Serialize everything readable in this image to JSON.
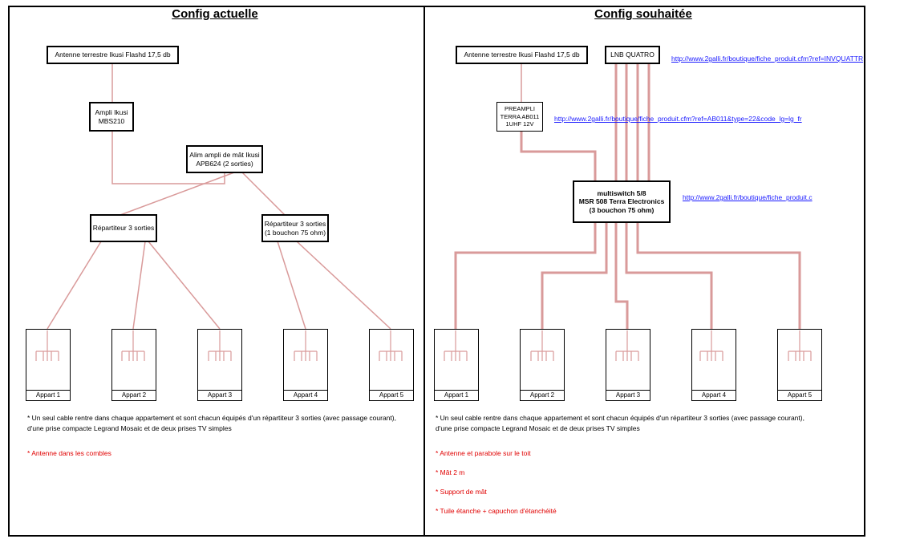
{
  "left": {
    "title": "Config actuelle",
    "antenna": "Antenne terrestre Ikusi Flashd 17,5 db",
    "ampli": [
      "Ampli Ikusi",
      "MBS210"
    ],
    "alim": [
      "Alim ampli de mât Ikusi",
      "APB624  (2 sorties)"
    ],
    "rep1": "Répartiteur 3 sorties",
    "rep2": [
      "Répartiteur 3 sorties",
      "(1 bouchon 75 ohm)"
    ],
    "appts": [
      "Appart 1",
      "Appart 2",
      "Appart 3",
      "Appart 4",
      "Appart 5"
    ],
    "note": [
      "* Un seul cable rentre dans chaque appartement et sont chacun équipés d'un répartiteur 3 sorties (avec passage courant),",
      "d'une prise compacte Legrand Mosaic et de deux prises TV simples"
    ],
    "red_notes": [
      "* Antenne dans les combles"
    ]
  },
  "right": {
    "title": "Config souhaitée",
    "antenna": "Antenne terrestre Ikusi Flashd 17,5 db",
    "lnb": "LNB QUATRO",
    "lnb_link": "http://www.2galli.fr/boutique/fiche_produit.cfm?ref=INVQUATTR",
    "preampli": [
      "PREAMPLI",
      "TERRA AB011",
      "1UHF 12V"
    ],
    "preampli_link": "http://www.2galli.fr/boutique/fiche_produit.cfm?ref=AB011&type=22&code_lg=lg_fr",
    "multiswitch": [
      "multiswitch 5/8",
      "MSR 508   Terra Electronics",
      "(3 bouchon 75 ohm)"
    ],
    "multiswitch_link": "http://www.2galli.fr/boutique/fiche_produit.c",
    "appts": [
      "Appart 1",
      "Appart 2",
      "Appart 3",
      "Appart 4",
      "Appart 5"
    ],
    "note": [
      "* Un seul cable rentre dans chaque appartement et sont chacun équipés d'un répartiteur 3 sorties (avec passage courant),",
      "d'une prise compacte Legrand Mosaic et de deux prises TV simples"
    ],
    "red_notes": [
      "* Antenne et parabole sur le toit",
      "* Mât 2 m",
      "* Support de mât",
      "* Tuile étanche + capuchon d'étanchéité"
    ]
  },
  "colors": {
    "cable": "#d99a9a",
    "cable_dark": "#c07a7a",
    "border": "#000000",
    "link": "#1a1aff",
    "red": "#e00000"
  }
}
